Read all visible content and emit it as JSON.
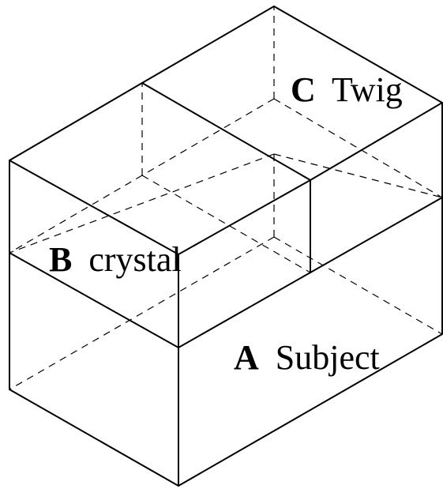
{
  "blocks": [
    {
      "id": "A",
      "letter": "A",
      "name": "Subject"
    },
    {
      "id": "B",
      "letter": "B",
      "name": "crystal"
    },
    {
      "id": "C",
      "letter": "C",
      "name": "Twig"
    }
  ],
  "colors": {
    "line": "#000000",
    "background": "#ffffff"
  }
}
